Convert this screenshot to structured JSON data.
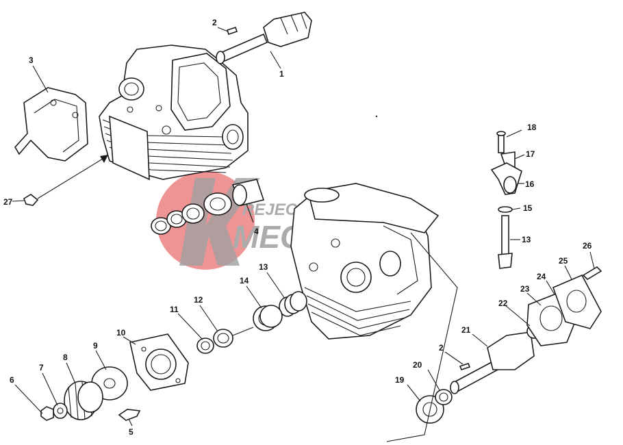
{
  "diagram": {
    "watermark": {
      "line1": "REJECT",
      "line2": "MECCANICA",
      "brand_color": "#e03a3a",
      "text_color": "#8c8c8c"
    },
    "callouts": {
      "c1": "1",
      "c2a": "2",
      "c2b": "2",
      "c3": "3",
      "c4": "4",
      "c5": "5",
      "c6": "6",
      "c7": "7",
      "c8": "8",
      "c9": "9",
      "c10": "10",
      "c11": "11",
      "c12": "12",
      "c13a": "13",
      "c13b": "13",
      "c14": "14",
      "c15": "15",
      "c16": "16",
      "c17": "17",
      "c18": "18",
      "c19": "19",
      "c20": "20",
      "c21": "21",
      "c22": "22",
      "c23": "23",
      "c24": "24",
      "c25": "25",
      "c26": "26",
      "c27": "27"
    }
  }
}
